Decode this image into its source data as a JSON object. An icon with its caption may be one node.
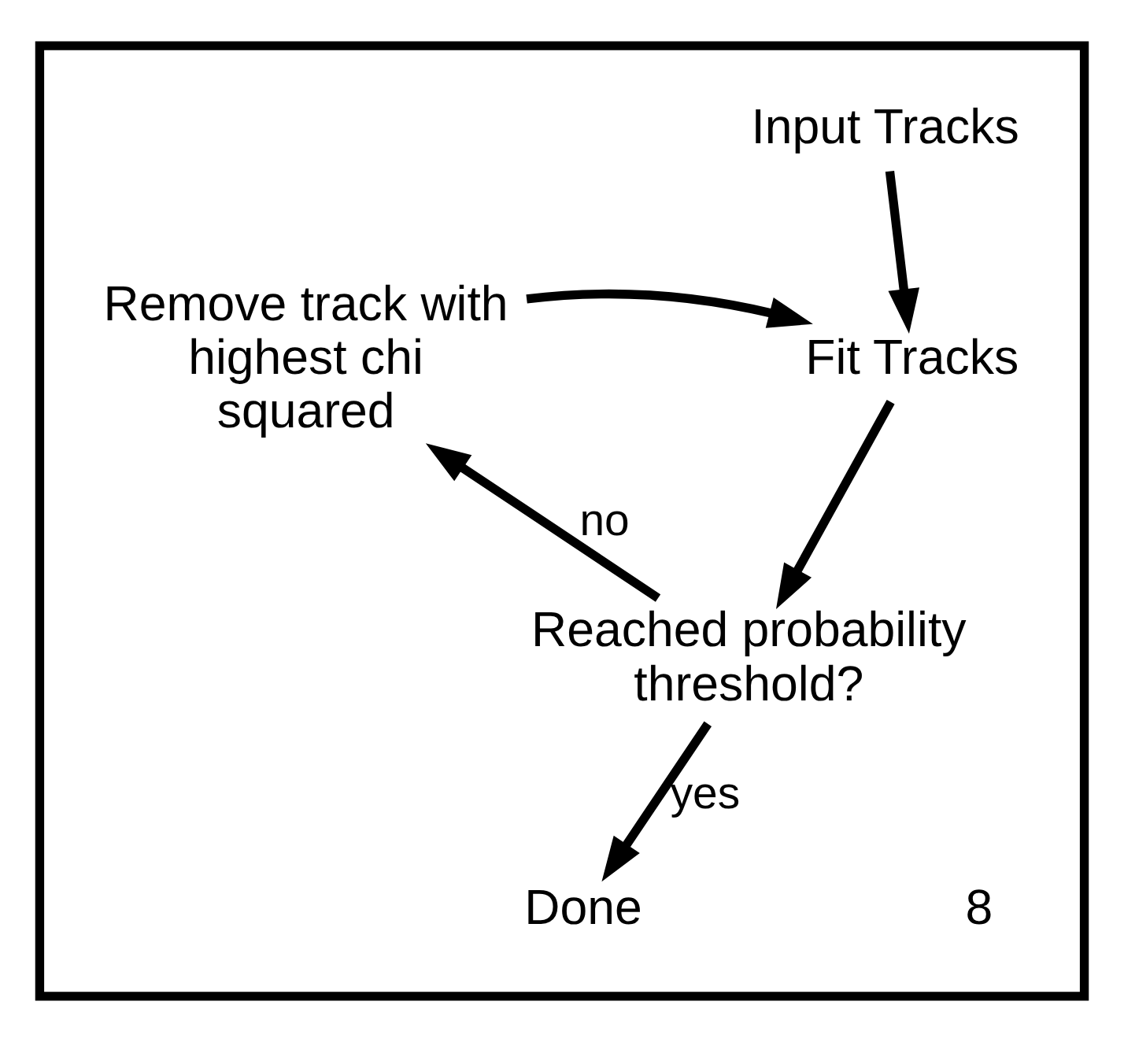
{
  "diagram": {
    "nodes": [
      {
        "text": [],
        "shape": "box"
      },
      {
        "text": [
          "Input Tracks"
        ],
        "in": 0
      },
      {
        "text": [
          "Fit Tracks"
        ],
        "in": 0
      },
      {
        "text": [
          "Remove track with highest chi squared"
        ],
        "in": 0
      },
      {
        "text": [
          "Reached probability threshold?"
        ],
        "in": 0
      },
      {
        "text": [
          "Done"
        ],
        "in": 0
      }
    ],
    "edges": [
      {
        "from": 1,
        "to": 2,
        "arrow": "to"
      },
      {
        "from": 3,
        "to": 2,
        "arrow": "to"
      },
      {
        "from": 2,
        "to": 4,
        "arrow": "to"
      },
      {
        "from": 4,
        "to": 3,
        "arrow": "to",
        "label": "no"
      },
      {
        "from": 4,
        "to": 5,
        "arrow": "to",
        "label": "yes"
      }
    ],
    "labels": [
      "8"
    ]
  }
}
